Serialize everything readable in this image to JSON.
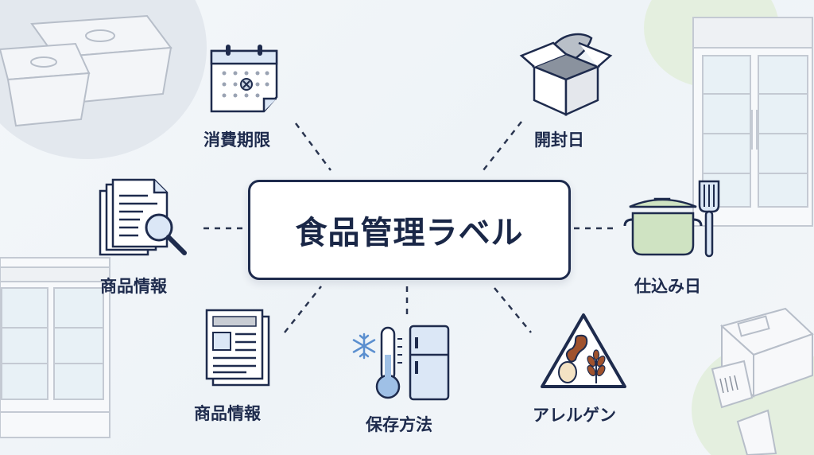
{
  "center": {
    "title": "食品管理ラベル"
  },
  "nodes": [
    {
      "id": "expiry",
      "label": "消費期限",
      "icon": "calendar-icon"
    },
    {
      "id": "opened",
      "label": "開封日",
      "icon": "open-box-icon"
    },
    {
      "id": "product-info-1",
      "label": "商品情報",
      "icon": "document-search-icon"
    },
    {
      "id": "prep-date",
      "label": "仕込み日",
      "icon": "cooking-pot-icon"
    },
    {
      "id": "product-info-2",
      "label": "商品情報",
      "icon": "document-icon"
    },
    {
      "id": "storage",
      "label": "保存方法",
      "icon": "thermometer-fridge-icon"
    },
    {
      "id": "allergen",
      "label": "アレルゲン",
      "icon": "allergen-triangle-icon"
    }
  ],
  "colors": {
    "navy": "#1e2b4d",
    "icon_blue": "#dbe7f6",
    "icon_blue_dark": "#9fc0e6",
    "pot_green": "#cfe3c2",
    "allergen_brown": "#a0522d",
    "background": "#f1f5f9"
  }
}
